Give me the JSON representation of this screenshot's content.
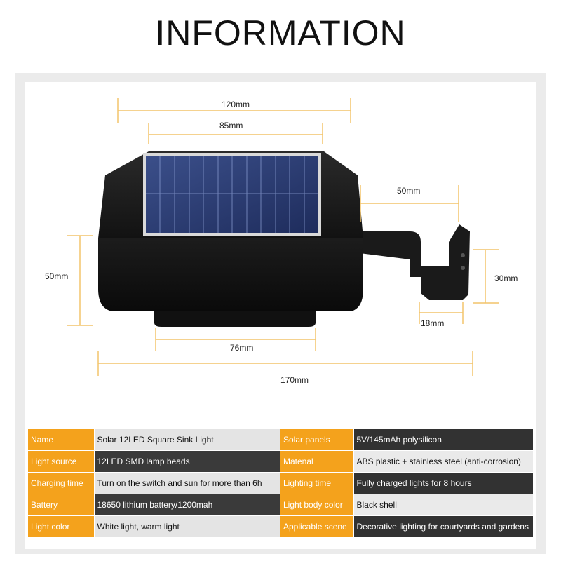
{
  "page": {
    "title": "INFORMATION"
  },
  "dimensions": {
    "top_width": "120mm",
    "panel_width": "85mm",
    "left_height": "50mm",
    "bracket_length": "50mm",
    "bracket_height": "30mm",
    "bracket_depth": "18mm",
    "base_width": "76mm",
    "total_length": "170mm"
  },
  "specs": [
    {
      "k1": "Name",
      "v1": "Solar 12LED Square Sink Light",
      "k2": "Solar panels",
      "v2": "5V/145mAh polysilicon"
    },
    {
      "k1": "Light source",
      "v1": "12LED SMD lamp beads",
      "k2": "Matenal",
      "v2": "ABS plastic + stainless steel (anti-corrosion)"
    },
    {
      "k1": "Charging time",
      "v1": "Turn on the switch and sun for more than 6h",
      "k2": "Lighting time",
      "v2": "Fully charged lights for 8 hours"
    },
    {
      "k1": "Battery",
      "v1": "18650 lithium battery/1200mah",
      "k2": "Light body color",
      "v2": "Black shell"
    },
    {
      "k1": "Light color",
      "v1": "White light, warm light",
      "k2": "Applicable scene",
      "v2": "Decorative lighting for courtyards and gardens"
    }
  ],
  "colors": {
    "accent": "#f4a21c",
    "dimension_line": "#f2c46a",
    "dark_row": "#3a3a3a"
  }
}
